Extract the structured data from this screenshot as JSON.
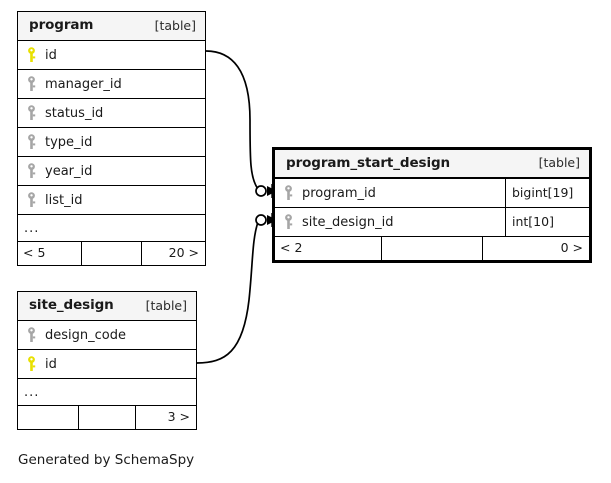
{
  "diagram": {
    "generator_caption": "Generated by SchemaSpy",
    "background": "#ffffff",
    "pk_key_color": "#e8e000",
    "fk_key_color": "#a6a6a6",
    "header_background": "#f5f5f5",
    "border_color": "#000000"
  },
  "tables": [
    {
      "id": "program",
      "name": "program",
      "kind": "[table]",
      "focused": false,
      "columns": [
        {
          "name": "id",
          "key": "primary",
          "key_icon": "key-icon",
          "type": ""
        },
        {
          "name": "manager_id",
          "key": "foreign",
          "key_icon": "key-icon",
          "type": ""
        },
        {
          "name": "status_id",
          "key": "foreign",
          "key_icon": "key-icon",
          "type": ""
        },
        {
          "name": "type_id",
          "key": "foreign",
          "key_icon": "key-icon",
          "type": ""
        },
        {
          "name": "year_id",
          "key": "foreign",
          "key_icon": "key-icon",
          "type": ""
        },
        {
          "name": "list_id",
          "key": "foreign",
          "key_icon": "key-icon",
          "type": ""
        }
      ],
      "ellipsis": "...",
      "footer": {
        "left": "< 5",
        "middle": "",
        "right": "20 >"
      }
    },
    {
      "id": "program_start_design",
      "name": "program_start_design",
      "kind": "[table]",
      "focused": true,
      "columns": [
        {
          "name": "program_id",
          "key": "foreign",
          "key_icon": "key-icon",
          "type": "bigint[19]"
        },
        {
          "name": "site_design_id",
          "key": "foreign",
          "key_icon": "key-icon",
          "type": "int[10]"
        }
      ],
      "footer": {
        "left": "< 2",
        "middle": "",
        "right": "0 >"
      }
    },
    {
      "id": "site_design",
      "name": "site_design",
      "kind": "[table]",
      "focused": false,
      "columns": [
        {
          "name": "design_code",
          "key": "foreign",
          "key_icon": "key-icon",
          "type": ""
        },
        {
          "name": "id",
          "key": "primary",
          "key_icon": "key-icon",
          "type": ""
        }
      ],
      "ellipsis": "...",
      "footer": {
        "left": "",
        "middle": "",
        "right": "3 >"
      }
    }
  ],
  "relationships": [
    {
      "from_table": "program",
      "from_column": "id",
      "to_table": "program_start_design",
      "to_column": "program_id",
      "from_cardinality": "zero-or-one",
      "to_cardinality": "many"
    },
    {
      "from_table": "site_design",
      "from_column": "id",
      "to_table": "program_start_design",
      "to_column": "site_design_id",
      "from_cardinality": "zero-or-one",
      "to_cardinality": "many"
    }
  ]
}
